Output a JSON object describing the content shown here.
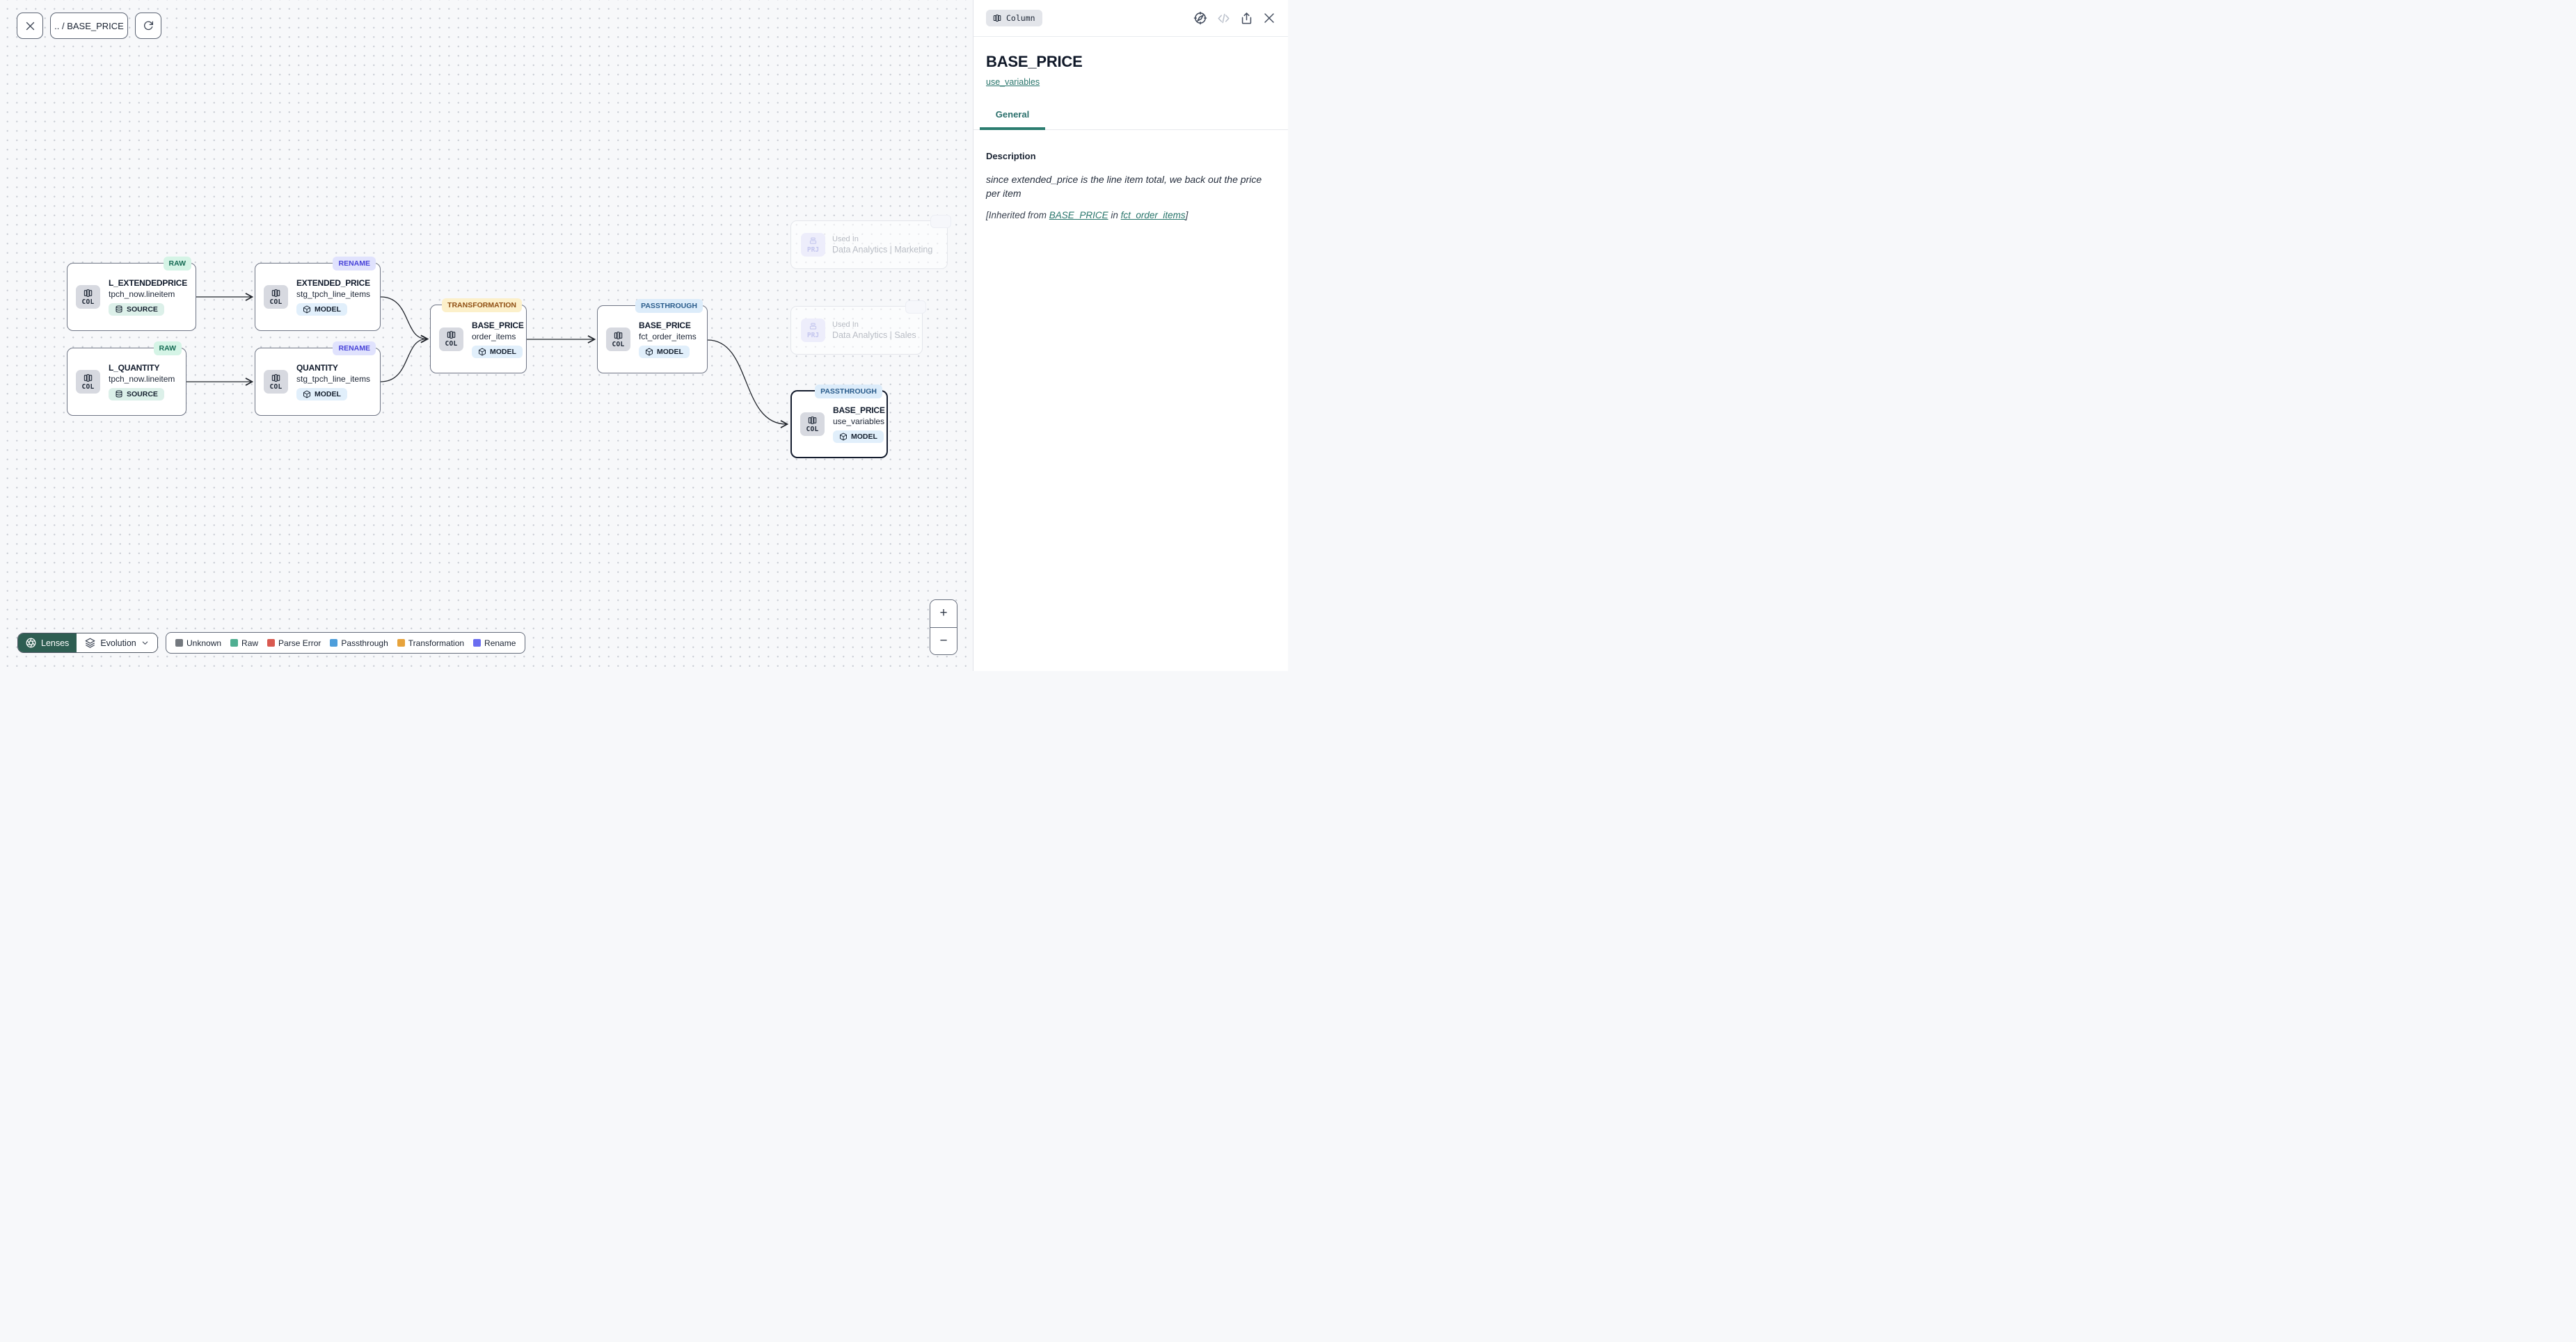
{
  "toolbar": {
    "breadcrumb": ".. / BASE_PRICE"
  },
  "graph": {
    "nodes": [
      {
        "badge": "RAW",
        "chip": "COL",
        "title": "L_EXTENDEDPRICE",
        "subtitle": "tpch_now.lineitem",
        "kind": "SOURCE"
      },
      {
        "badge": "RAW",
        "chip": "COL",
        "title": "L_QUANTITY",
        "subtitle": "tpch_now.lineitem",
        "kind": "SOURCE"
      },
      {
        "badge": "RENAME",
        "chip": "COL",
        "title": "EXTENDED_PRICE",
        "subtitle": "stg_tpch_line_items",
        "kind": "MODEL"
      },
      {
        "badge": "RENAME",
        "chip": "COL",
        "title": "QUANTITY",
        "subtitle": "stg_tpch_line_items",
        "kind": "MODEL"
      },
      {
        "badge": "TRANSFORMATION",
        "chip": "COL",
        "title": "BASE_PRICE",
        "subtitle": "order_items",
        "kind": "MODEL"
      },
      {
        "badge": "PASSTHROUGH",
        "chip": "COL",
        "title": "BASE_PRICE",
        "subtitle": "fct_order_items",
        "kind": "MODEL"
      },
      {
        "badge": "PASSTHROUGH",
        "chip": "COL",
        "title": "BASE_PRICE",
        "subtitle": "use_variables",
        "kind": "MODEL",
        "selected": true
      }
    ],
    "used_in": [
      {
        "chip": "PRJ",
        "label": "Used In",
        "name": "Data Analytics | Marketing"
      },
      {
        "chip": "PRJ",
        "label": "Used In",
        "name": "Data Analytics | Sales"
      }
    ]
  },
  "controls": {
    "lenses": "Lenses",
    "lens": "Evolution",
    "zoom_in": "+",
    "zoom_out": "−",
    "legend": [
      {
        "label": "Unknown",
        "color": "#73787e"
      },
      {
        "label": "Raw",
        "color": "#4fae91"
      },
      {
        "label": "Parse Error",
        "color": "#d95950"
      },
      {
        "label": "Passthrough",
        "color": "#4d9edb"
      },
      {
        "label": "Transformation",
        "color": "#e7a33b"
      },
      {
        "label": "Rename",
        "color": "#6a6df0"
      }
    ]
  },
  "panel": {
    "type_badge": "Column",
    "title": "BASE_PRICE",
    "model_link": "use_variables",
    "tab": "General",
    "description_heading": "Description",
    "description": "since extended_price is the line item total, we back out the price per item",
    "inherited": {
      "prefix": "[Inherited from ",
      "link_column": "BASE_PRICE",
      "middle": " in ",
      "link_model": "fct_order_items",
      "suffix": "]"
    }
  },
  "colors": {
    "accent_teal": "#27746a",
    "lenses_bg": "#2e5e52",
    "selection_border": "#151d2e",
    "edge": "#20242b"
  }
}
